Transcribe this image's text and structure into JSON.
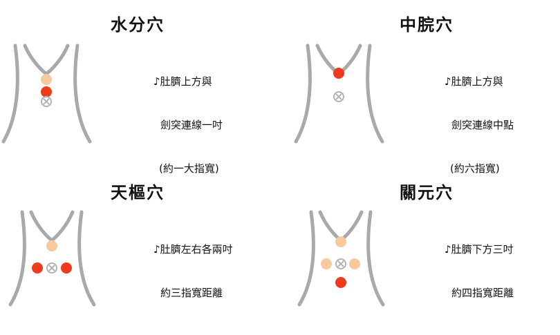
{
  "colors": {
    "outline": "#a9a9a9",
    "acupoint_main": "#ef3b1d",
    "acupoint_light": "#f7c99c",
    "navel": "#b3b3b3"
  },
  "note_icon": "music-note-icon",
  "panels": [
    {
      "title": "水分穴",
      "lines": [
        "♪肚臍上方與",
        "劍突連線一吋",
        "(約一大指寬)"
      ]
    },
    {
      "title": "中脘穴",
      "lines": [
        "♪肚臍上方與",
        "劍突連線中點",
        "(約六指寬)"
      ]
    },
    {
      "title": "天樞穴",
      "lines": [
        "♪肚臍左右各兩吋",
        "約三指寬距離"
      ]
    },
    {
      "title": "關元穴",
      "lines": [
        "♪肚臍下方三吋",
        "約四指寬距離"
      ]
    }
  ]
}
